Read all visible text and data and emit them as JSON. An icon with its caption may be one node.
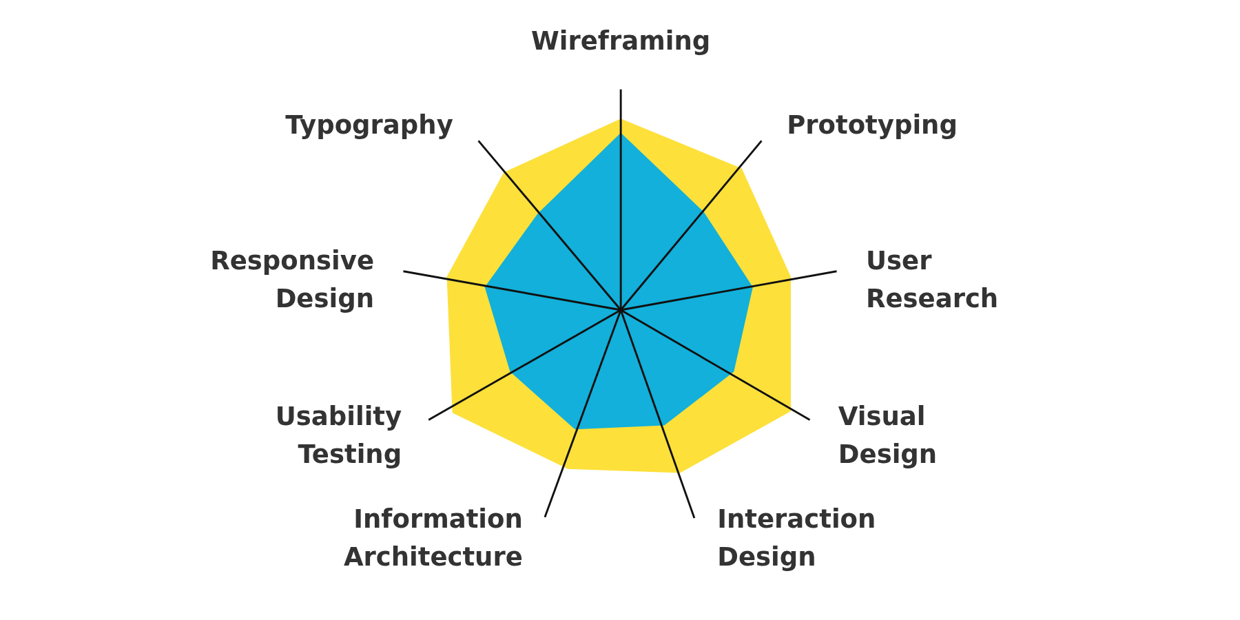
{
  "diagram": {
    "labels": [
      "Wireframing",
      "Typography",
      "Prototyping",
      "Responsive Design",
      "User Research",
      "Usability Testing",
      "Visual Design",
      "Information Architecture",
      "Interaction Design"
    ]
  }
}
